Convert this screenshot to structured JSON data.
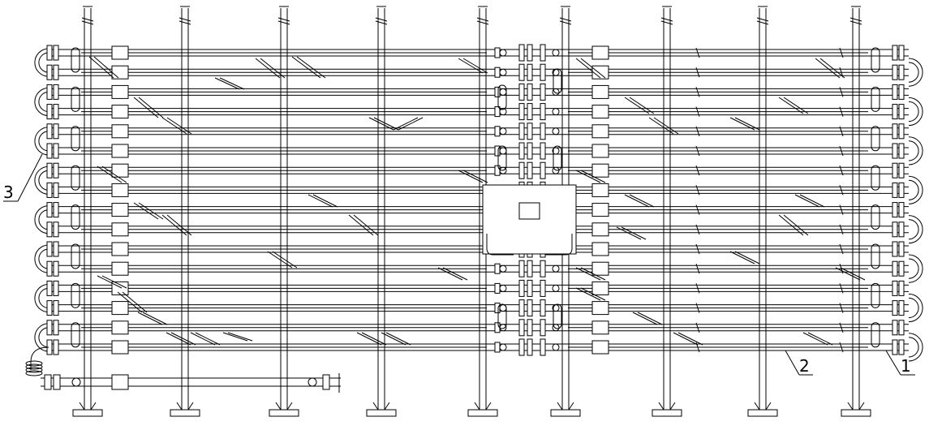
{
  "drawing": {
    "callouts": [
      {
        "id": "callout-3",
        "label": "3"
      },
      {
        "id": "callout-2",
        "label": "2"
      },
      {
        "id": "callout-1",
        "label": "1"
      }
    ],
    "tube_count": 16,
    "stand_count": 9,
    "stroke_color": "#000000",
    "background_color": "#ffffff"
  }
}
